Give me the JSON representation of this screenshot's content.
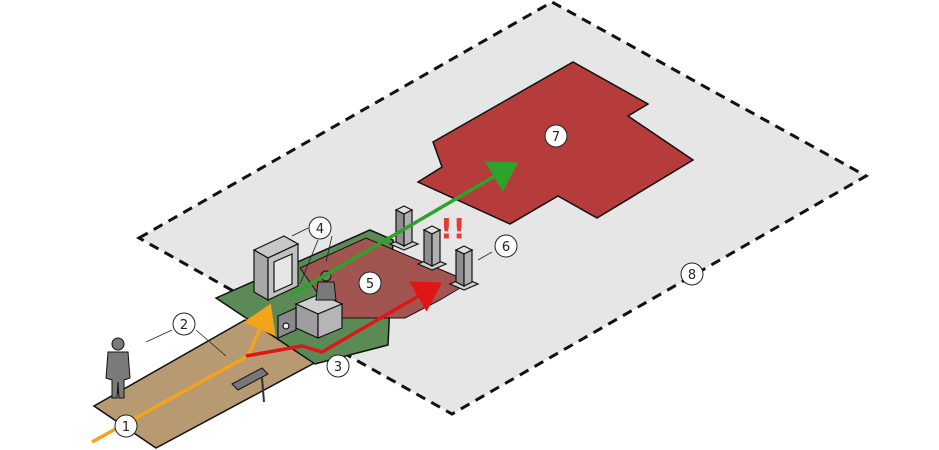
{
  "diagram": {
    "callouts": [
      {
        "id": "1",
        "label": "1"
      },
      {
        "id": "2",
        "label": "2"
      },
      {
        "id": "3",
        "label": "3"
      },
      {
        "id": "4",
        "label": "4"
      },
      {
        "id": "5",
        "label": "5"
      },
      {
        "id": "6",
        "label": "6"
      },
      {
        "id": "7",
        "label": "7"
      },
      {
        "id": "8",
        "label": "8"
      }
    ],
    "alert_mark": "!!",
    "colors": {
      "outer_zone": "#e6e6e6",
      "inner_zone": "#b63c3c",
      "checkpoint_zone": "#5c8a56",
      "screening_zone": "#a25550",
      "approach_path": "#b79a72",
      "arrow_entry": "#f5a31a",
      "arrow_cleared": "#2ea32a",
      "arrow_denied": "#e01616",
      "alert": "#e53935"
    }
  }
}
